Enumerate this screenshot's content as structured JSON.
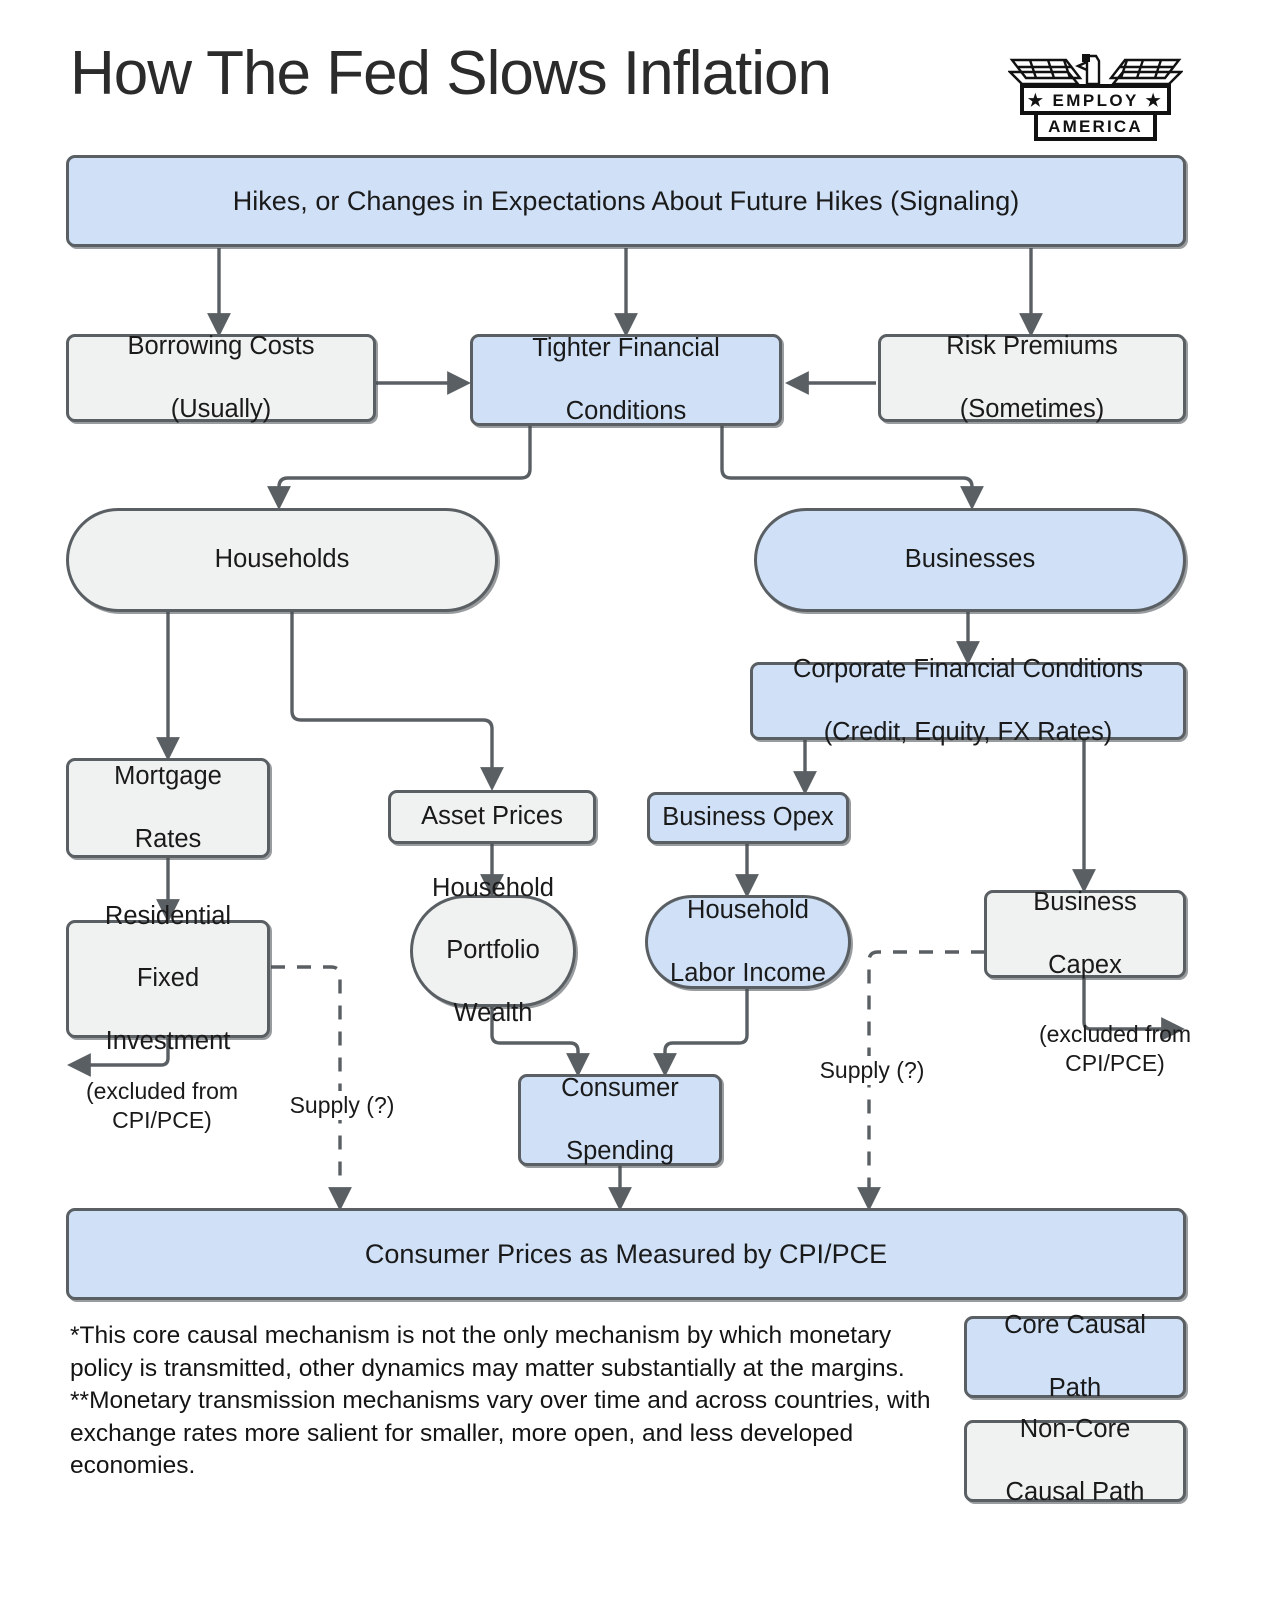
{
  "header": {
    "title": "How The Fed Slows Inflation",
    "logo": {
      "name": "employ-america-logo",
      "line1": "EMPLOY",
      "line2": "AMERICA",
      "star_left": "★",
      "star_right": "★"
    }
  },
  "colors": {
    "core_fill": "#cfe0f7",
    "noncore_fill": "#f0f2f2",
    "stroke": "#5a5f63",
    "text": "#1a1a1a",
    "background": "#ffffff"
  },
  "nodes": {
    "hikes": "Hikes, or Changes in Expectations About Future Hikes (Signaling)",
    "borrowing_costs": "Borrowing Costs\n(Usually)",
    "borrowing_costs_l1": "Borrowing Costs",
    "borrowing_costs_l2": "(Usually)",
    "tighter_financial": "Tighter Financial\nConditions",
    "tighter_financial_l1": "Tighter Financial",
    "tighter_financial_l2": "Conditions",
    "risk_premiums_l1": "Risk Premiums",
    "risk_premiums_l2": "(Sometimes)",
    "households": "Households",
    "businesses": "Businesses",
    "corporate_financial_l1": "Corporate Financial Conditions",
    "corporate_financial_l2": "(Credit, Equity, FX Rates)",
    "mortgage_rates_l1": "Mortgage",
    "mortgage_rates_l2": "Rates",
    "asset_prices": "Asset Prices",
    "business_opex": "Business Opex",
    "business_capex_l1": "Business",
    "business_capex_l2": "Capex",
    "residential_fixed_l1": "Residential",
    "residential_fixed_l2": "Fixed",
    "residential_fixed_l3": "Investment",
    "household_portfolio_l1": "Household",
    "household_portfolio_l2": "Portfolio",
    "household_portfolio_l3": "Wealth",
    "household_labor_l1": "Household",
    "household_labor_l2": "Labor Income",
    "consumer_spending_l1": "Consumer",
    "consumer_spending_l2": "Spending",
    "consumer_prices": "Consumer Prices as Measured by CPI/PCE"
  },
  "edge_labels": {
    "excluded_left_l1": "(excluded from",
    "excluded_left_l2": "CPI/PCE)",
    "excluded_right_l1": "(excluded from",
    "excluded_right_l2": "CPI/PCE)",
    "supply_left": "Supply (?)",
    "supply_right": "Supply (?)"
  },
  "legend": {
    "core_l1": "Core Causal",
    "core_l2": "Path",
    "noncore_l1": "Non-Core",
    "noncore_l2": "Causal Path"
  },
  "footnotes": {
    "first": "*This core causal mechanism is not the only mechanism by which monetary policy is transmitted, other dynamics may matter substantially at the margins.",
    "second": "**Monetary transmission mechanisms vary over time and across countries, with exchange rates more salient for smaller, more open, and less developed economies."
  }
}
